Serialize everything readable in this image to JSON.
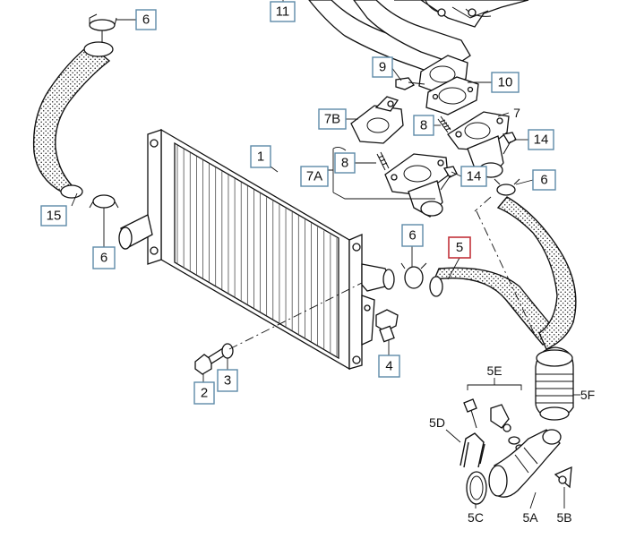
{
  "callouts": [
    {
      "id": "c11",
      "text": "11",
      "style": "box"
    },
    {
      "id": "c6a",
      "text": "6",
      "style": "box"
    },
    {
      "id": "c9",
      "text": "9",
      "style": "box"
    },
    {
      "id": "c10",
      "text": "10",
      "style": "box"
    },
    {
      "id": "c7b",
      "text": "7B",
      "style": "box"
    },
    {
      "id": "c8a",
      "text": "8",
      "style": "box"
    },
    {
      "id": "c7",
      "text": "7",
      "style": "plain"
    },
    {
      "id": "c14a",
      "text": "14",
      "style": "box"
    },
    {
      "id": "c1",
      "text": "1",
      "style": "box"
    },
    {
      "id": "c8b",
      "text": "8",
      "style": "box"
    },
    {
      "id": "c7a",
      "text": "7A",
      "style": "box"
    },
    {
      "id": "c14b",
      "text": "14",
      "style": "box"
    },
    {
      "id": "c6b",
      "text": "6",
      "style": "box"
    },
    {
      "id": "c15",
      "text": "15",
      "style": "box"
    },
    {
      "id": "c6c",
      "text": "6",
      "style": "box"
    },
    {
      "id": "c6d",
      "text": "6",
      "style": "box"
    },
    {
      "id": "c5",
      "text": "5",
      "style": "highlight"
    },
    {
      "id": "c4",
      "text": "4",
      "style": "box"
    },
    {
      "id": "c2",
      "text": "2",
      "style": "box"
    },
    {
      "id": "c3",
      "text": "3",
      "style": "box"
    },
    {
      "id": "c5e",
      "text": "5E",
      "style": "plain"
    },
    {
      "id": "c5f",
      "text": "5F",
      "style": "plain"
    },
    {
      "id": "c5d",
      "text": "5D",
      "style": "plain"
    },
    {
      "id": "c5c",
      "text": "5C",
      "style": "plain"
    },
    {
      "id": "c5a",
      "text": "5A",
      "style": "plain"
    },
    {
      "id": "c5b",
      "text": "5B",
      "style": "plain"
    }
  ],
  "colors": {
    "callout_border": "#5d8aa8",
    "highlight_border": "#c2323a",
    "line": "#111111",
    "background": "#ffffff"
  }
}
